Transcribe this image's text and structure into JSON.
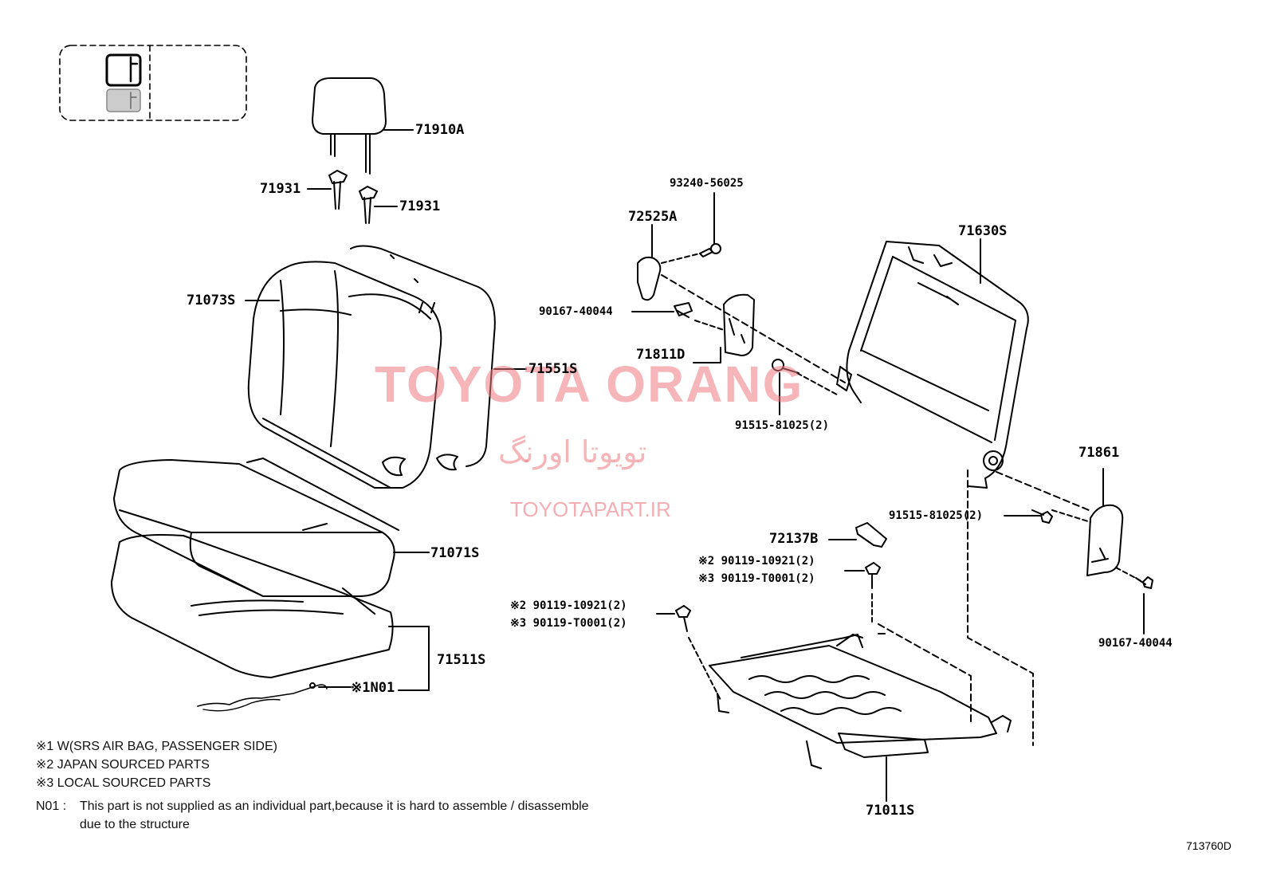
{
  "watermark": {
    "main": "TOYOTA ORANG",
    "persian": "تویوتا اورنگ",
    "url": "TOYOTAPART.IR"
  },
  "parts": {
    "headrest": "71910A",
    "support_left": "71931",
    "support_right": "71931",
    "back_cover": "71073S",
    "back_pad": "71551S",
    "cushion_cover": "71071S",
    "cushion_pad": "71511S",
    "wire": "※1N01",
    "hinge_cover": "72525A",
    "screw_top": "93240-56025",
    "screw_left": "90167-40044",
    "shield_left": "71811D",
    "bolt_mid": "91515-81025(2)",
    "back_frame": "71630S",
    "cover_right": "71861",
    "bolt_right": "91515-81025(2)",
    "clip": "72137B",
    "bolt_a_1": "※2 90119-10921(2)",
    "bolt_a_2": "※3 90119-T0001(2)",
    "bolt_b_1": "※2 90119-10921(2)",
    "bolt_b_2": "※3 90119-T0001(2)",
    "screw_right": "90167-40044",
    "cushion_frame": "71011S"
  },
  "notes": {
    "n1": "※1 W(SRS AIR BAG, PASSENGER SIDE)",
    "n2": "※2 JAPAN SOURCED PARTS",
    "n3": "※3 LOCAL SOURCED PARTS",
    "n01_label": "N01 :",
    "n01_line1": "This part is not supplied as an individual part,because it is hard to assemble / disassemble",
    "n01_line2": "due to the structure"
  },
  "diagram_code": "713760D"
}
